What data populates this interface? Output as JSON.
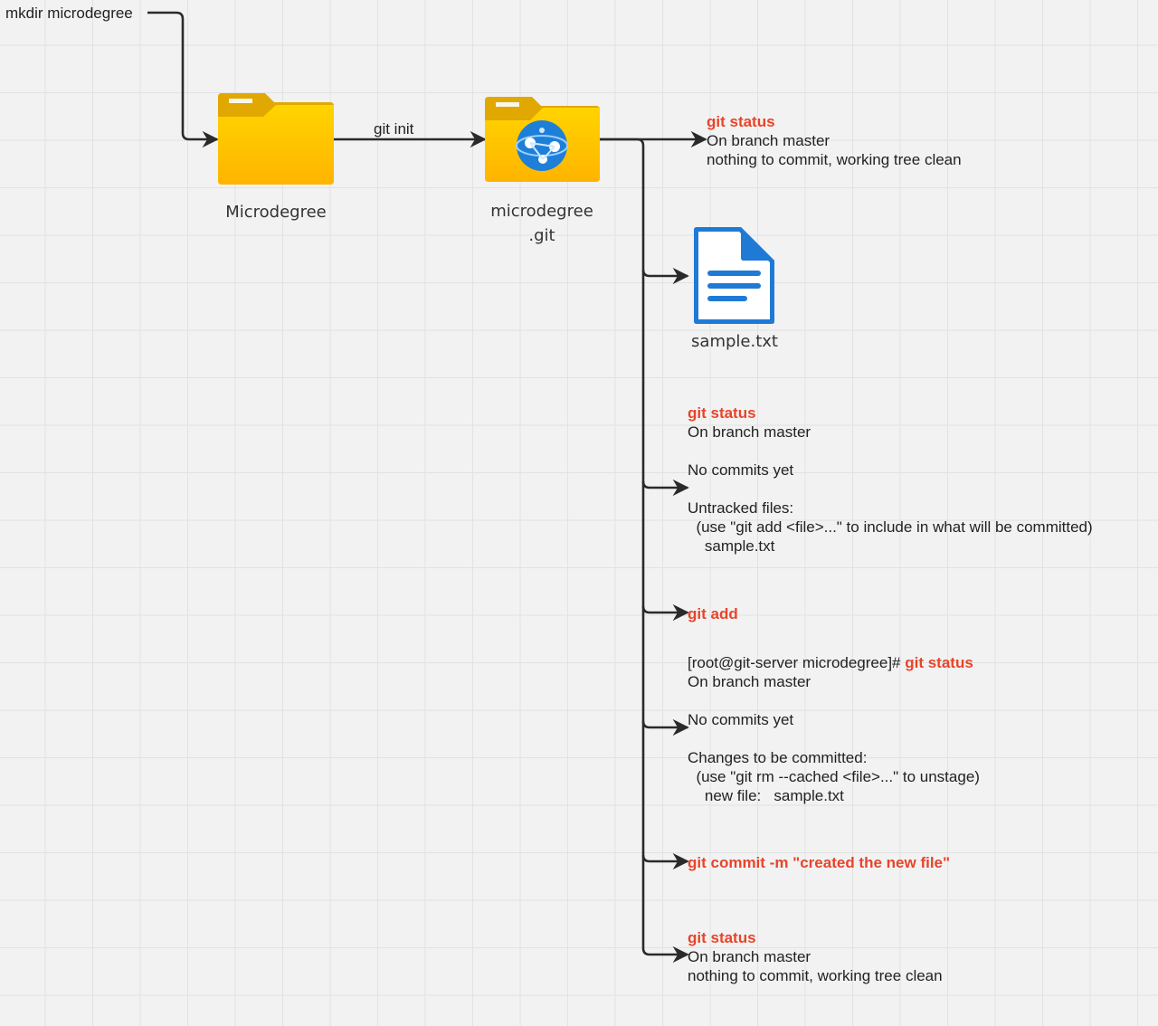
{
  "start_command": "mkdir microdegree",
  "folder1": {
    "label": "Microdegree"
  },
  "edge_git_init": "git init",
  "folder2": {
    "label_line1": "microdegree",
    "label_line2": ".git"
  },
  "file": {
    "label": "sample.txt"
  },
  "block1": {
    "cmd": "git status",
    "lines": [
      "On branch master",
      "nothing to commit, working tree clean"
    ]
  },
  "block2": {
    "cmd": "git status",
    "lines": [
      "On branch master",
      "",
      "No commits yet",
      "",
      "Untracked files:",
      "  (use \"git add <file>...\" to include in what will be committed)",
      "    sample.txt"
    ]
  },
  "block3": {
    "cmd": "git add"
  },
  "block4": {
    "prompt": "[root@git-server microdegree]# ",
    "cmd": "git status",
    "lines": [
      "On branch master",
      "",
      "No commits yet",
      "",
      "Changes to be committed:",
      "  (use \"git rm --cached <file>...\" to unstage)",
      "    new file:   sample.txt"
    ]
  },
  "block5": {
    "cmd": "git commit -m \"created the new file\""
  },
  "block6": {
    "cmd": "git status",
    "lines": [
      "On branch master",
      "nothing to commit, working tree clean"
    ]
  },
  "colors": {
    "command": "#e8442a",
    "folder": "#ffc000",
    "folder_tab": "#e0a800",
    "doc": "#1f7ad6",
    "azure": "#1e7fd8",
    "line": "#2a2a2a"
  }
}
